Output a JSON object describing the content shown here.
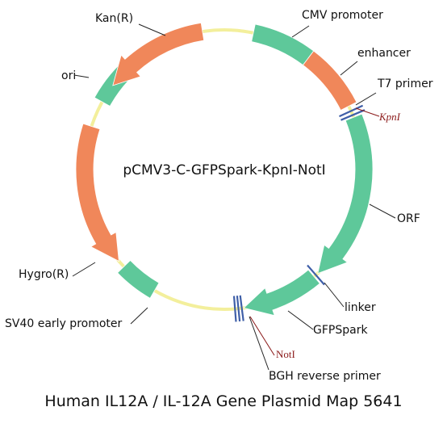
{
  "plasmid_name": "pCMV3-C-GFPSpark-KpnI-NotI",
  "caption": "Human IL12A / IL-12A Gene Plasmid Map 5641",
  "colors": {
    "backbone": "#f3ef9c",
    "promoter_green": "#5ec89a",
    "marker_orange": "#f0875a",
    "site_line": "#3f5fa8",
    "site_text": "#8b1a1a"
  },
  "features": {
    "kan": "Kan(R)",
    "cmv": "CMV promoter",
    "enhancer": "enhancer",
    "t7": "T7 primer",
    "ori": "ori",
    "orf": "ORF",
    "hygro": "Hygro(R)",
    "linker": "linker",
    "sv40": "SV40 early promoter",
    "gfpspark": "GFPSpark",
    "bgh": "BGH reverse primer"
  },
  "sites": {
    "kpni": "KpnI",
    "noti": "NotI"
  }
}
